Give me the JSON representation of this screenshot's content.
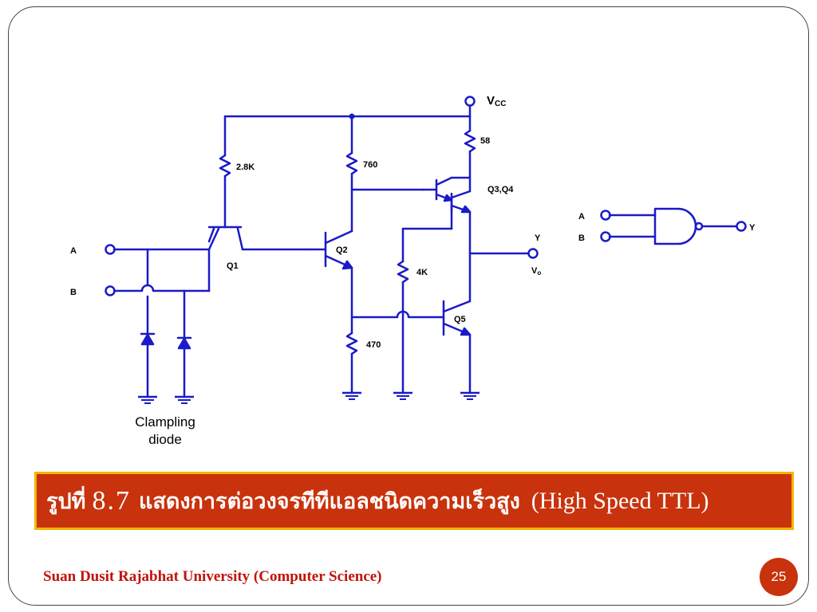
{
  "diagram": {
    "labels": {
      "vcc": "V",
      "vcc_sub": "CC",
      "r1": "2.8K",
      "r2": "760",
      "r3": "58",
      "r4": "4K",
      "r5": "470",
      "q1": "Q1",
      "q2": "Q2",
      "q34": "Q3,Q4",
      "q5": "Q5",
      "in_a": "A",
      "in_b": "B",
      "out_y": "Y",
      "out_vo": "V",
      "out_vo_sub": "o",
      "clamp_1": "Clampling",
      "clamp_2": "diode",
      "gate_a": "A",
      "gate_b": "B",
      "gate_y": "Y"
    },
    "wire_color": "#1a1ac8"
  },
  "caption": {
    "prefix": "รูปที่",
    "number": "8.7",
    "thai": "แสดงการต่อวงจรทีทีแอลชนิดความเร็วสูง",
    "english": "(High Speed TTL)",
    "bg_color": "#c8320c",
    "border_color": "#f6b400"
  },
  "footer": {
    "institution": "Suan Dusit Rajabhat University (Computer Science)",
    "page_number": "25"
  }
}
